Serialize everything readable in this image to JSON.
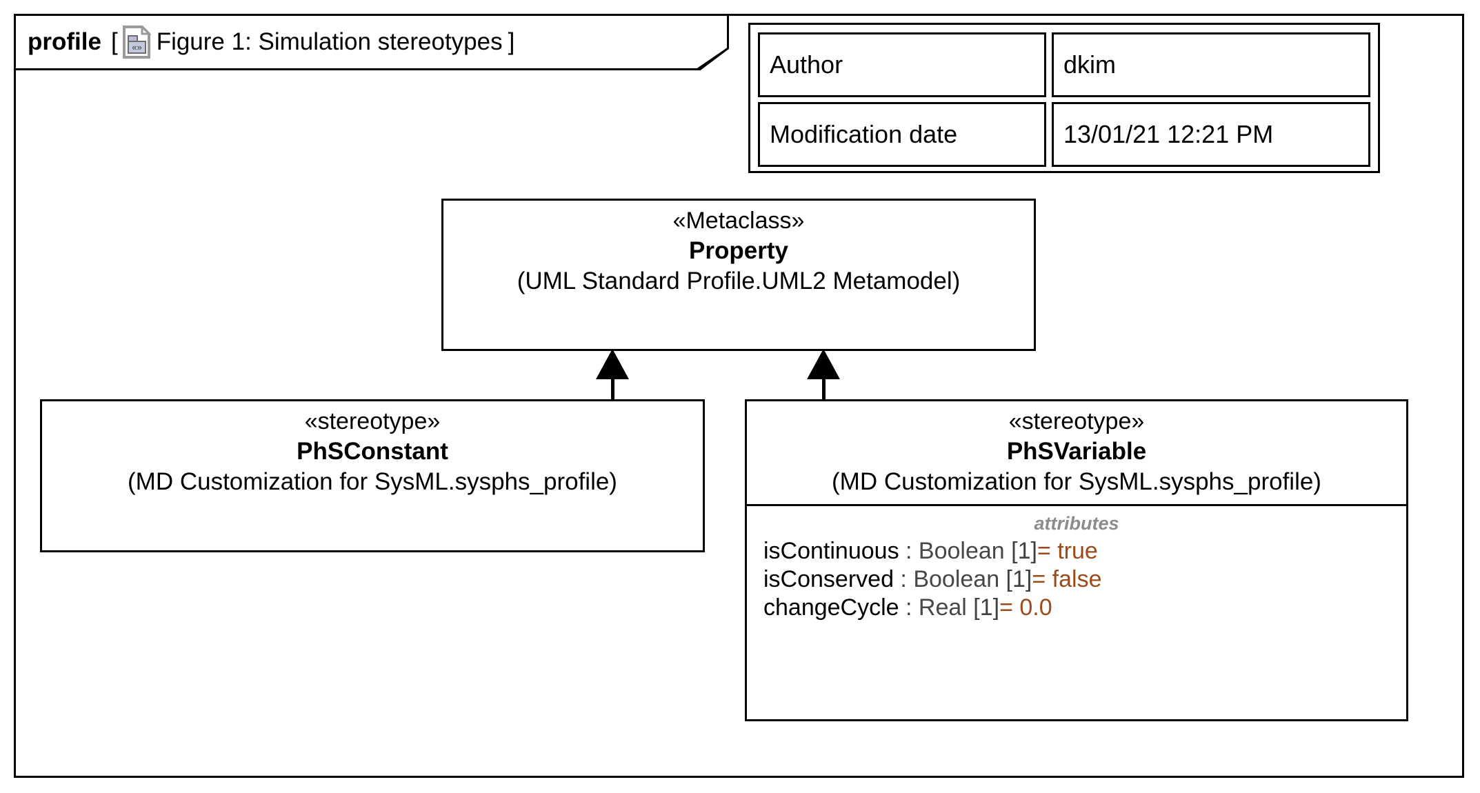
{
  "frame": {
    "kind_label": "profile",
    "bracket_open": "[",
    "bracket_close": "]",
    "diagram_icon": "profile-diagram-icon",
    "diagram_title": "Figure 1: Simulation stereotypes"
  },
  "info_table": {
    "rows": [
      {
        "key": "Author",
        "value": "dkim"
      },
      {
        "key": "Modification date",
        "value": "13/01/21 12:21 PM"
      }
    ]
  },
  "nodes": {
    "metaclass": {
      "stereotype": "«Metaclass»",
      "name": "Property",
      "qualifier": "(UML Standard Profile.UML2 Metamodel)"
    },
    "phs_constant": {
      "stereotype": "«stereotype»",
      "name": "PhSConstant",
      "qualifier": "(MD Customization for SysML.sysphs_profile)"
    },
    "phs_variable": {
      "stereotype": "«stereotype»",
      "name": "PhSVariable",
      "qualifier": "(MD Customization for SysML.sysphs_profile)",
      "compartment_label": "attributes",
      "attributes": [
        {
          "name": "isContinuous",
          "sep": " : ",
          "type": "Boolean",
          "multiplicity": " [1]",
          "value": "= true"
        },
        {
          "name": "isConserved",
          "sep": " : ",
          "type": "Boolean",
          "multiplicity": " [1]",
          "value": "= false"
        },
        {
          "name": "changeCycle",
          "sep": " : ",
          "type": "Real",
          "multiplicity": " [1]",
          "value": "= 0.0"
        }
      ]
    }
  },
  "relations": [
    {
      "name": "generalization-phsconstant-to-property",
      "source": "PhSConstant",
      "target": "Property",
      "kind": "generalization"
    },
    {
      "name": "generalization-phsvariable-to-property",
      "source": "PhSVariable",
      "target": "Property",
      "kind": "generalization"
    }
  ],
  "colors": {
    "stroke": "#000000",
    "background": "#ffffff",
    "type_text": "#474747",
    "value_text": "#9c4a19",
    "compartment_label": "#8c8c8c",
    "icon_fill": "#b6bfd4",
    "icon_border": "#9a9a9a"
  }
}
